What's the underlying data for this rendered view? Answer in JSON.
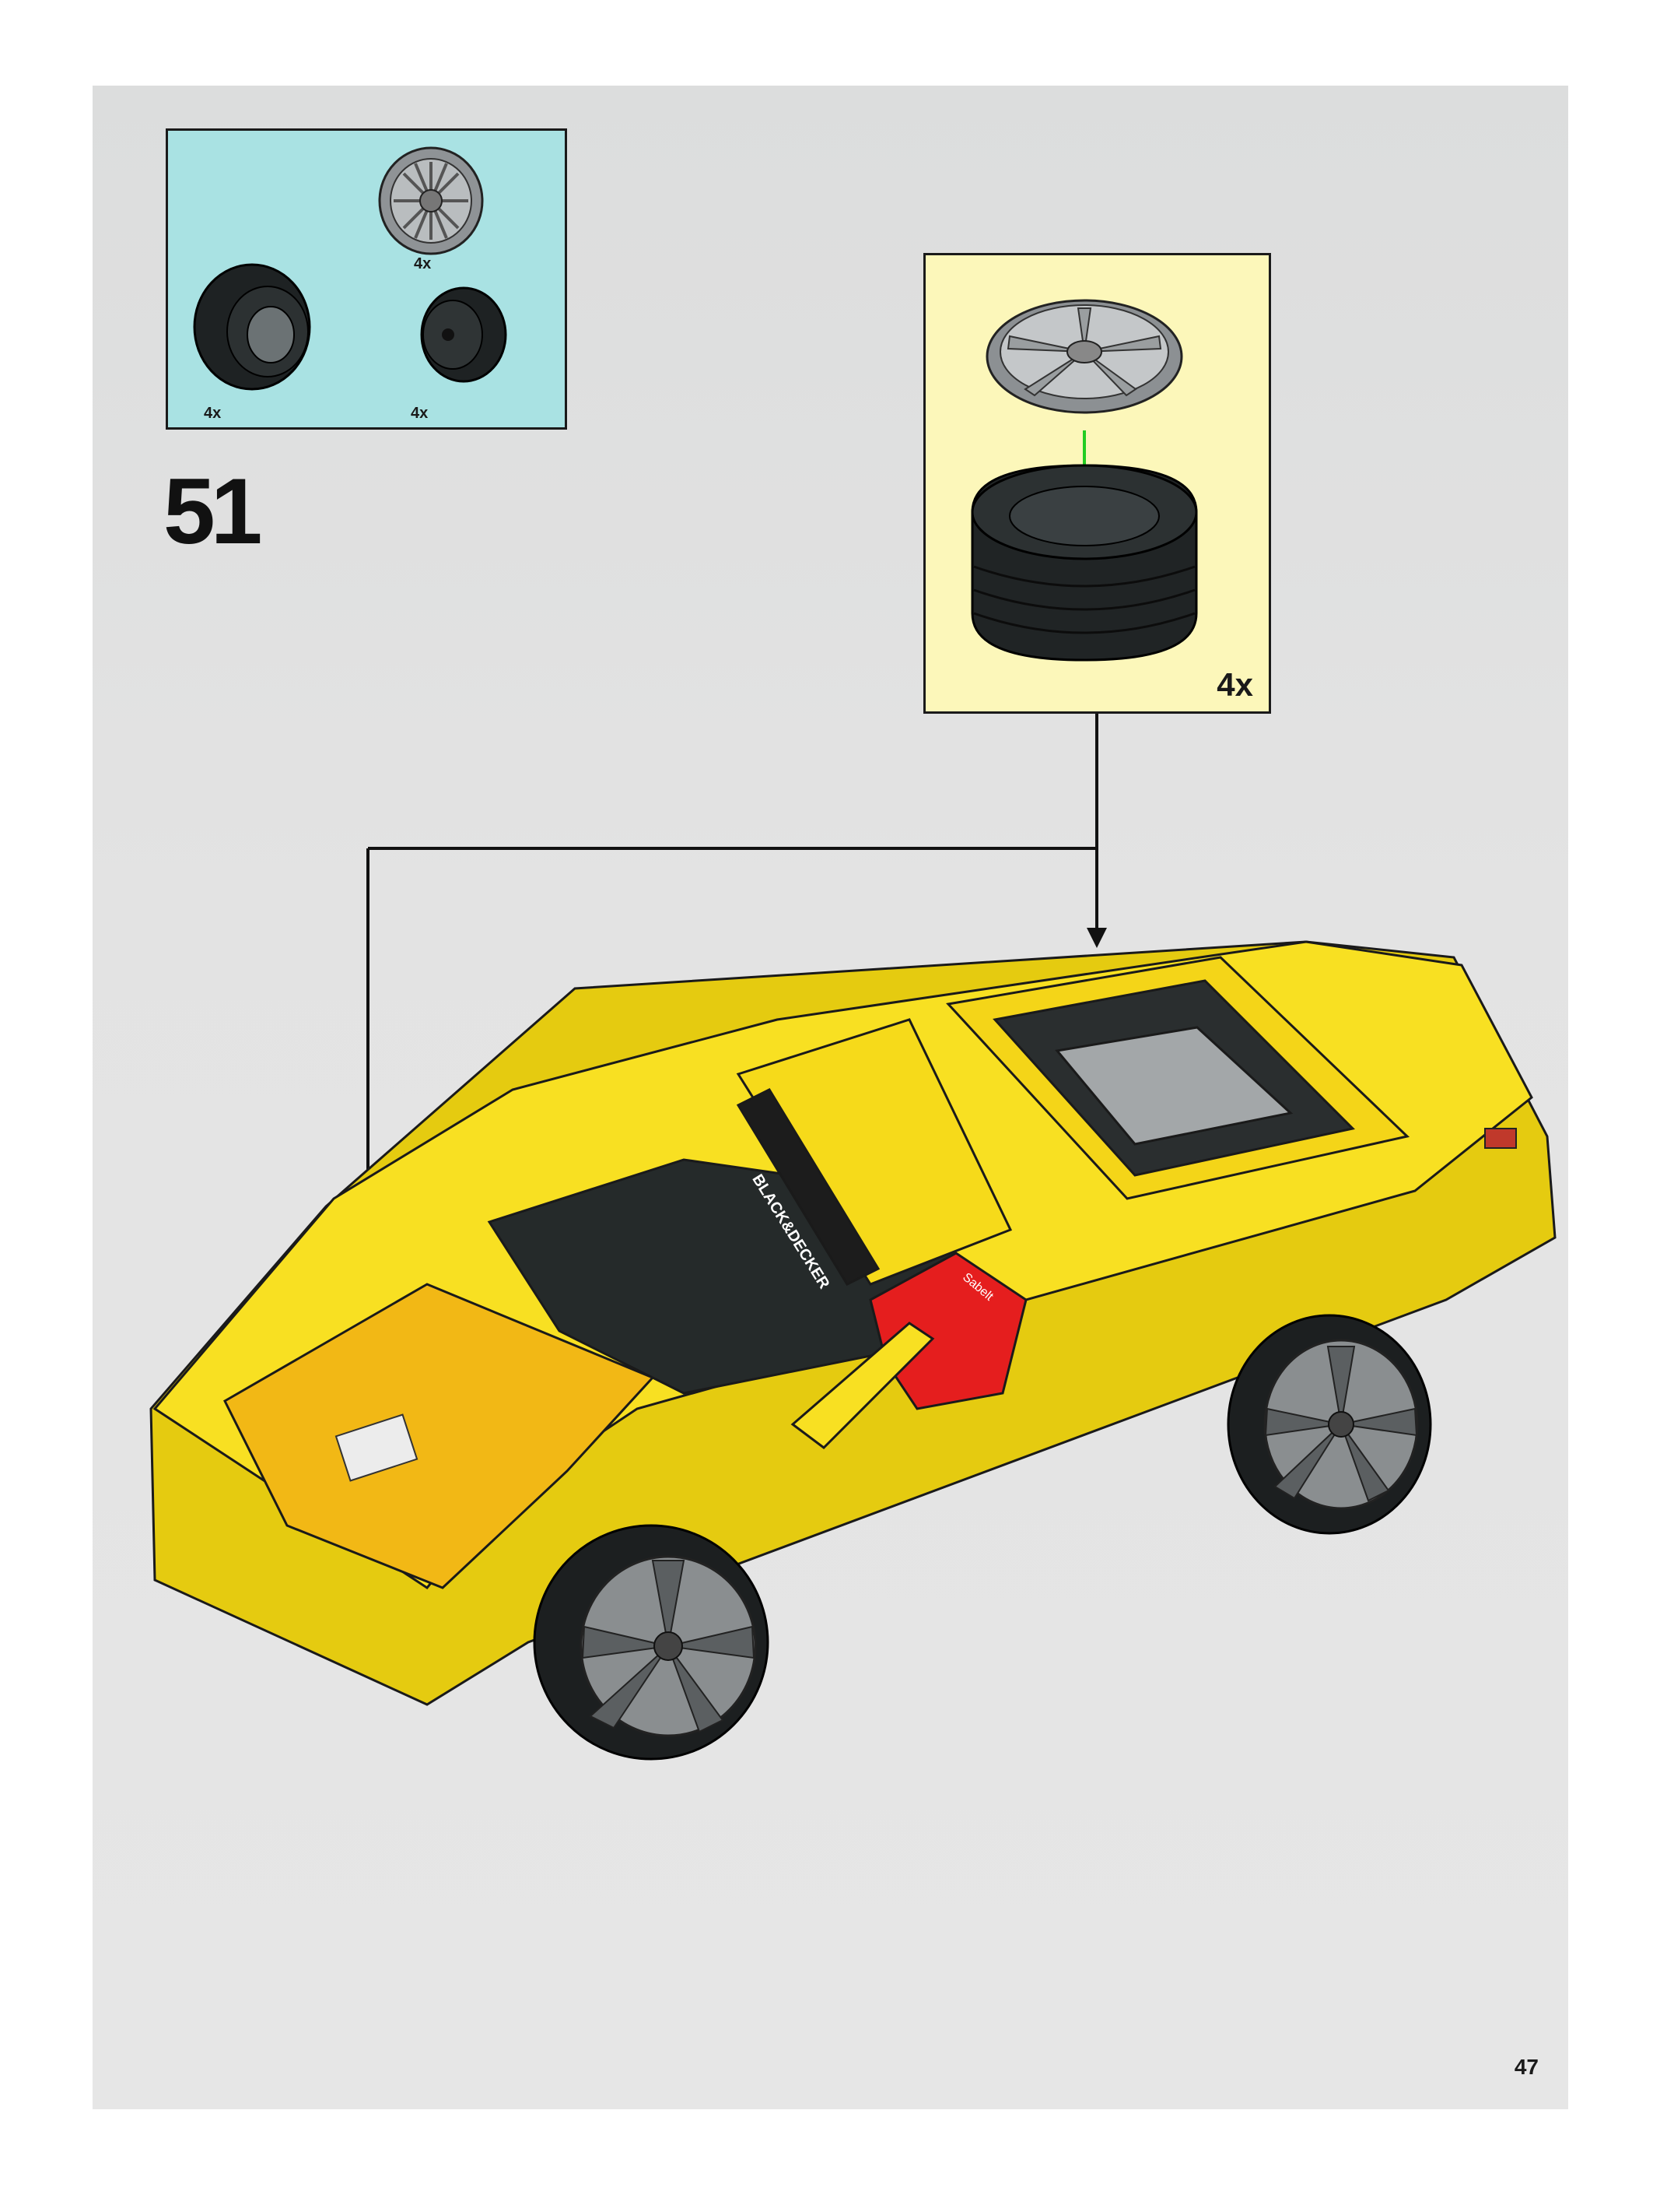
{
  "step": {
    "number": "51"
  },
  "parts_list": {
    "items": [
      {
        "name": "rim-spoked",
        "quantity": "4x"
      },
      {
        "name": "tire",
        "quantity": "4x"
      },
      {
        "name": "hub",
        "quantity": "4x"
      }
    ]
  },
  "sub_assembly": {
    "quantity": "4x"
  },
  "decals": {
    "sponsor": "BLACK&DECKER",
    "seat": "Sabelt"
  },
  "page": {
    "number": "47"
  },
  "colors": {
    "parts_box_bg": "#a9e2e3",
    "sub_box_bg": "#fcf7ba",
    "car_body": "#f6dc16",
    "seat": "#e51e1e",
    "arrow": "#22cc22"
  },
  "icons": [
    "wheel-rim-icon",
    "tire-icon",
    "hub-icon",
    "assembly-arrow-icon",
    "car-illustration"
  ]
}
